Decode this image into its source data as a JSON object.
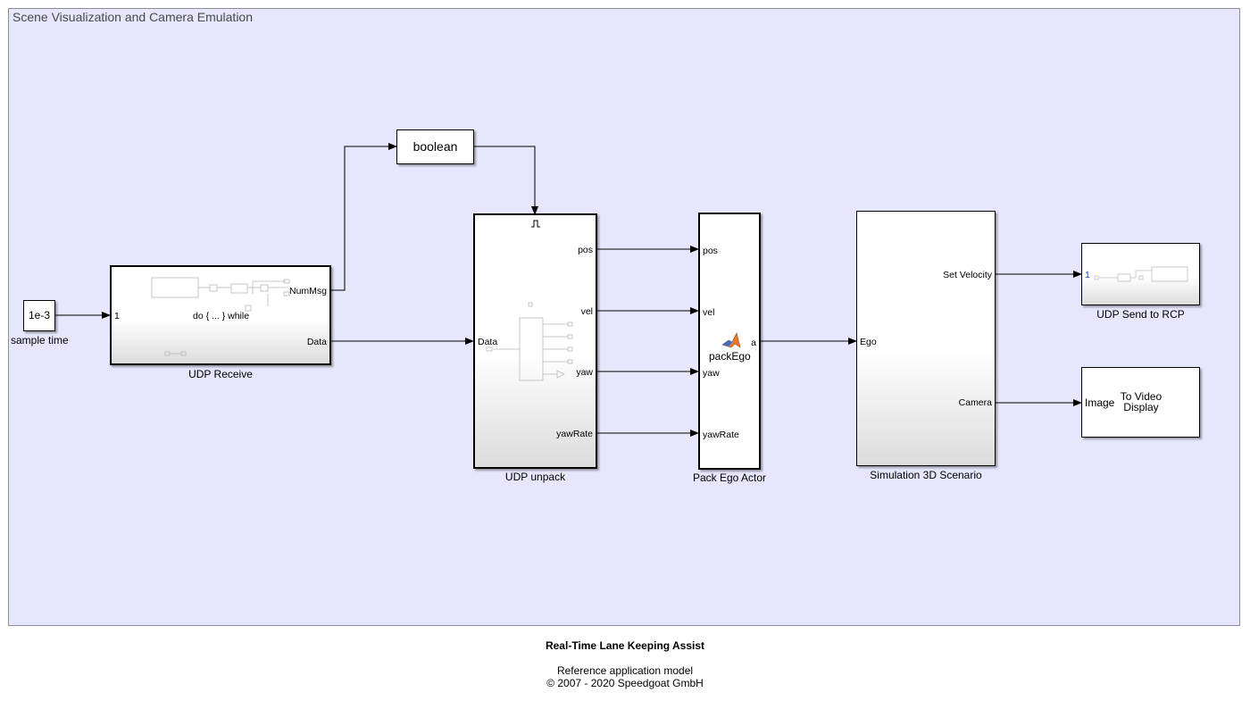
{
  "area": {
    "title": "Scene Visualization and Camera Emulation"
  },
  "blocks": {
    "sample_time": {
      "value": "1e-3",
      "caption": "sample time"
    },
    "udp_receive": {
      "caption": "UDP Receive",
      "in_port": "1",
      "out_numsg": "NumMsg",
      "out_data": "Data",
      "inner_label": "do { ... } while"
    },
    "boolean": {
      "label": "boolean"
    },
    "udp_unpack": {
      "caption": "UDP unpack",
      "in_data": "Data",
      "out_pos": "pos",
      "out_vel": "vel",
      "out_yaw": "yaw",
      "out_yawrate": "yawRate",
      "trigger_icon": "trigger-icon"
    },
    "pack_ego": {
      "caption": "Pack Ego Actor",
      "in_pos": "pos",
      "in_vel": "vel",
      "in_yaw": "yaw",
      "in_yawrate": "yawRate",
      "out_a": "a",
      "function_name": "packEgo",
      "icon": "matlab-function-icon"
    },
    "sim3d": {
      "caption": "Simulation 3D Scenario",
      "in_ego": "Ego",
      "out_velocity": "Set Velocity",
      "out_camera": "Camera"
    },
    "udp_send": {
      "caption": "UDP Send to RCP",
      "in_port": "1"
    },
    "video_display": {
      "in_image": "Image",
      "label": "To Video\nDisplay"
    }
  },
  "footer": {
    "title": "Real-Time Lane Keeping Assist",
    "subtitle": "Reference application model",
    "copyright": "© 2007 - 2020 Speedgoat GmbH"
  },
  "colors": {
    "canvas": "#e6e6fc",
    "area_border": "#8c8c9c",
    "port_blue": "#1f3fd6",
    "matlab_orange": "#e8762c"
  }
}
